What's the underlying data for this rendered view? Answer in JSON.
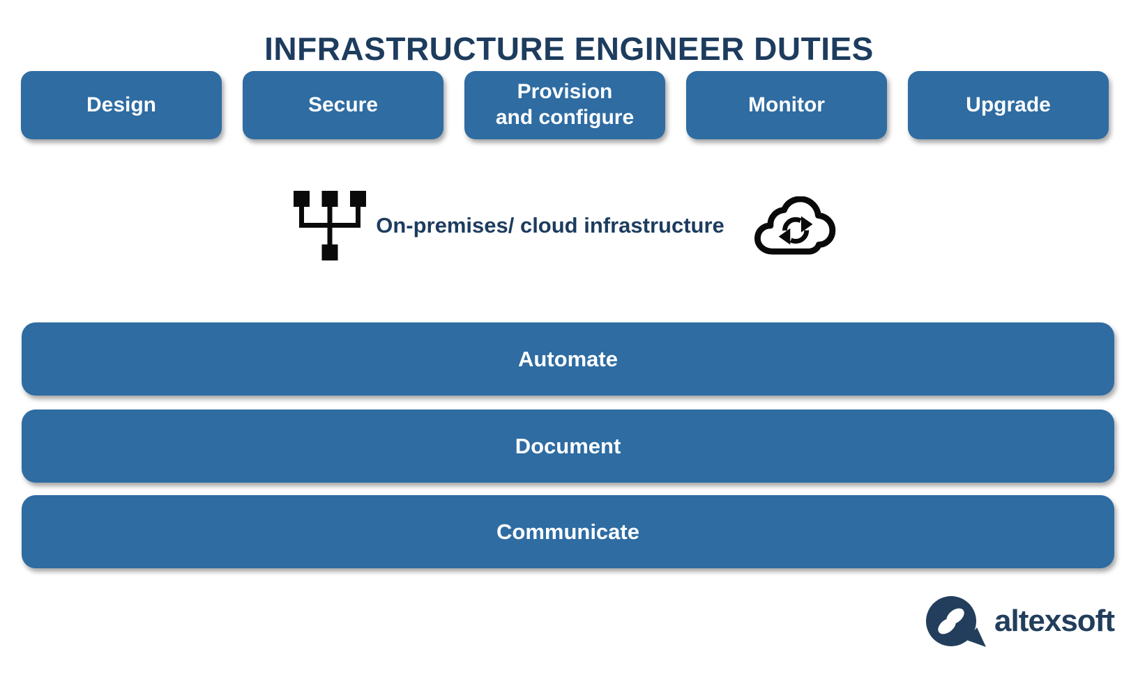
{
  "title": "INFRASTRUCTURE ENGINEER DUTIES",
  "colors": {
    "primary_blue": "#2e6ca2",
    "dark_navy": "#1d3c5e",
    "logo_navy": "#223e5c",
    "icon_black": "#0a0a0a"
  },
  "duties": [
    {
      "label": "Design"
    },
    {
      "label": "Secure"
    },
    {
      "label": "Provision and configure",
      "lines": [
        "Provision",
        "and configure"
      ]
    },
    {
      "label": "Monitor"
    },
    {
      "label": "Upgrade"
    }
  ],
  "infrastructure": {
    "label": "On-premises/ cloud infrastructure",
    "left_icon": "network-sitemap-icon",
    "right_icon": "cloud-sync-icon"
  },
  "bars": [
    {
      "label": "Automate"
    },
    {
      "label": "Document"
    },
    {
      "label": "Communicate"
    }
  ],
  "branding": {
    "name": "altexsoft",
    "logo_icon": "altexsoft-mark"
  }
}
